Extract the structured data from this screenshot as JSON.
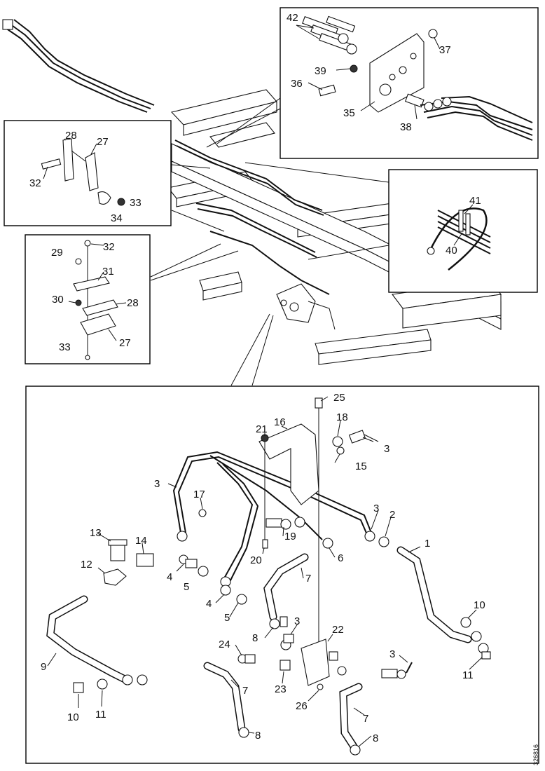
{
  "callouts": {
    "top_right_box": [
      "42",
      "37",
      "39",
      "36",
      "35",
      "38"
    ],
    "left_clamp_box": [
      "28",
      "27",
      "32",
      "33",
      "34"
    ],
    "left_stack_box": [
      "29",
      "32",
      "31",
      "30",
      "28",
      "33",
      "27"
    ],
    "right_clip_box": [
      "41",
      "40"
    ],
    "main_box": [
      "25",
      "21",
      "16",
      "18",
      "3",
      "15",
      "3",
      "17",
      "3",
      "2",
      "1",
      "13",
      "14",
      "19",
      "12",
      "4",
      "5",
      "20",
      "6",
      "7",
      "4",
      "5",
      "10",
      "8",
      "3",
      "22",
      "11",
      "24",
      "9",
      "23",
      "3",
      "7",
      "26",
      "10",
      "11",
      "7",
      "8",
      "8"
    ]
  },
  "doc_code": "326816"
}
